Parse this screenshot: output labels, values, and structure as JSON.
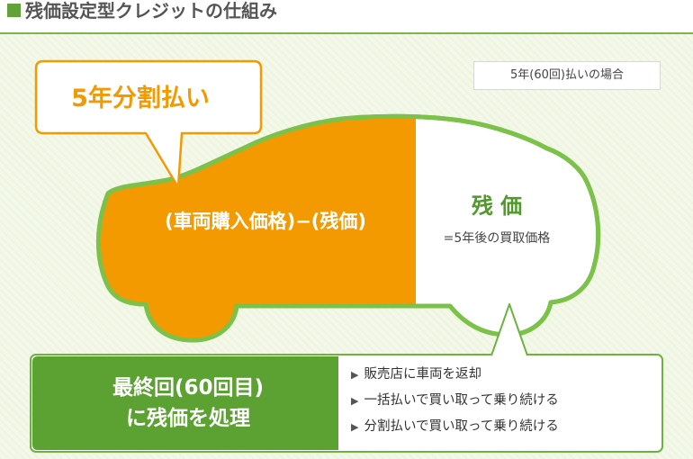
{
  "header": {
    "title": "残価設定型クレジットの仕組み"
  },
  "note": "5年(60回)払いの場合",
  "callout": {
    "label": "5年分割払い"
  },
  "car": {
    "installment_formula": "(車両購入価格)−(残価)",
    "residual_title": "残 価",
    "residual_subtitle": "=5年後の買取価格"
  },
  "final_payment": {
    "line1": "最終回(60回目)",
    "line2": "に残価を処理",
    "options": [
      "販売店に車両を返却",
      "一括払いで買い取って乗り続ける",
      "分割払いで買い取って乗り続ける"
    ]
  },
  "colors": {
    "orange": "#f39a00",
    "green": "#5ba232",
    "light_green": "#f3f8e9"
  }
}
